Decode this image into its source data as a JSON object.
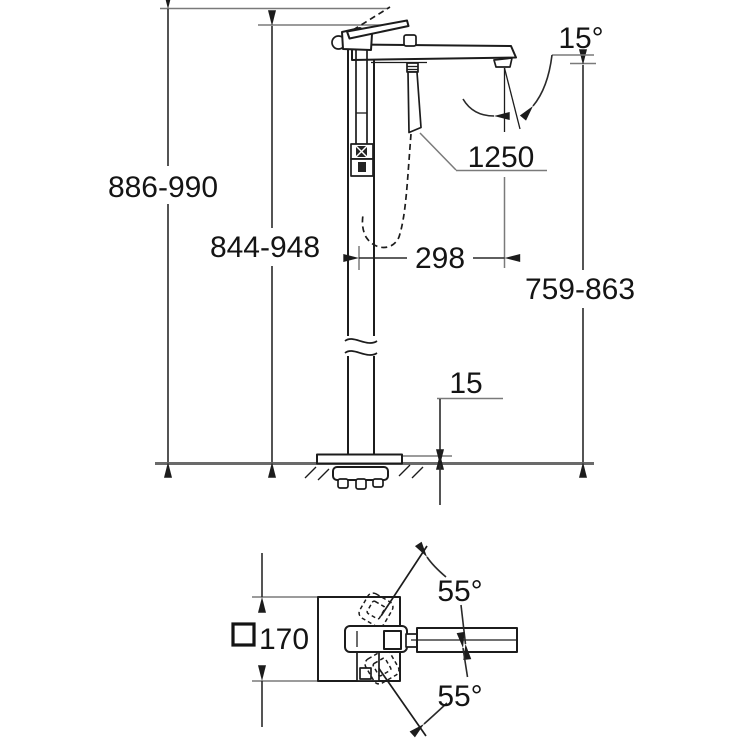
{
  "labels": {
    "overall_height": "886-990",
    "handle_height": "844-948",
    "spout_outlet_height": "759-863",
    "spout_reach": "298",
    "hose_length": "1250",
    "spout_angle": "15°",
    "base_plate_offset": "15",
    "base_plate_size": "170",
    "swivel_angle_top": "55°",
    "swivel_angle_bottom": "55°"
  },
  "icons": {
    "square_symbol": "square-outline-dimension-symbol"
  },
  "colors": {
    "background": "#ffffff",
    "outline": "#1c1c1c",
    "dimension": "#2a2a2a",
    "extension": "#7a7a7a",
    "ground": "#6a6a6a",
    "text": "#141414"
  }
}
